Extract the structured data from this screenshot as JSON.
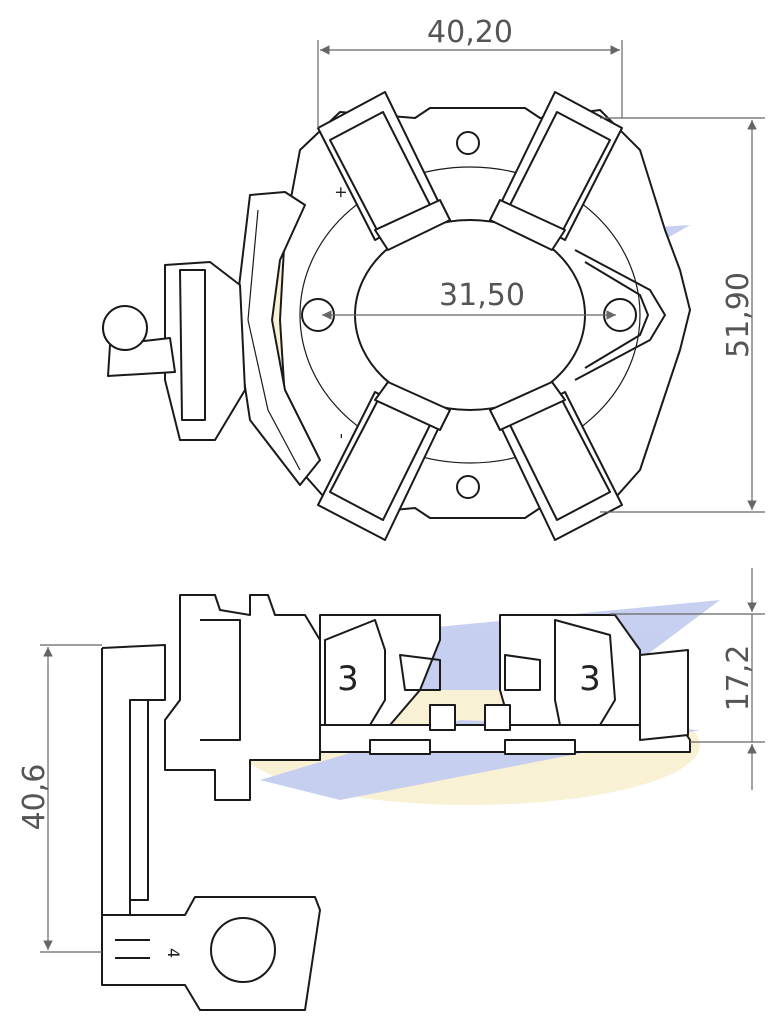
{
  "dimensions": {
    "top_width": "40,20",
    "inner_span": "31,50",
    "top_height": "51,90",
    "side_height": "17,2",
    "lead_length": "40,6"
  },
  "markings": {
    "positive": "+",
    "negative": "-",
    "brush_left": "3",
    "brush_right": "3",
    "terminal": "4"
  },
  "colors": {
    "line": "#1a1a1a",
    "dimension": "#666666",
    "watermark_blue": "#9aa9e6",
    "watermark_yellow": "#f4e6b0"
  }
}
